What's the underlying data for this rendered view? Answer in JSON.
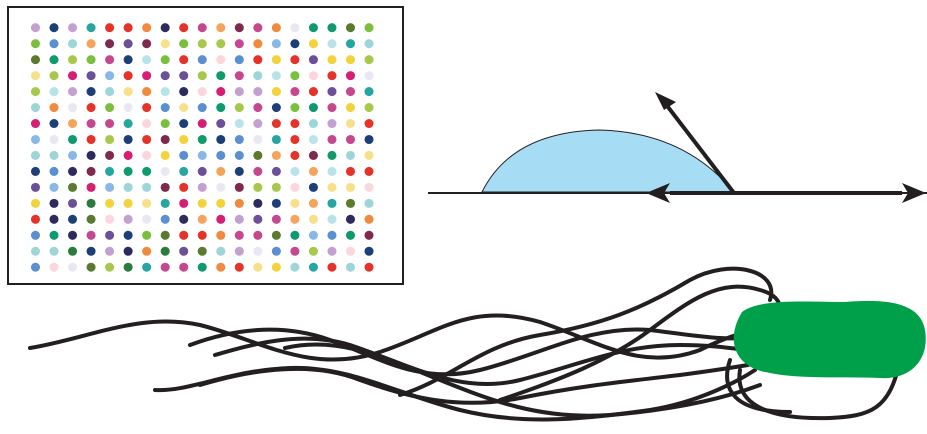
{
  "figure": {
    "dot_array": {
      "rows": 16,
      "cols": 19,
      "palette": [
        "#d61e74",
        "#2b7a3f",
        "#5b8fcf",
        "#8ab8e6",
        "#f08a3c",
        "#0f9a6a",
        "#6b4f97",
        "#1d3f78",
        "#7d2a4e",
        "#f2d33b",
        "#a7c84a",
        "#9dd5d9",
        "#b8e3ea",
        "#e8e8f2",
        "#fbd6dc",
        "#c2a0cf",
        "#e5332a",
        "#f4a45c",
        "#5b7a2e",
        "#c7478f",
        "#7bbf3f",
        "#2c2a5e",
        "#f6e08a",
        "#25a6a0"
      ]
    },
    "droplet": {
      "fill": "#a6dcf4",
      "outline": "#231f20",
      "surface_color": "#231f20",
      "arrows": [
        "contact-line-arrow-left",
        "surface-arrow-right",
        "interface-arrow-diagonal"
      ]
    },
    "bacterium": {
      "body_color": "#00a04b",
      "flagella_color": "#231f20",
      "flagella_count": 6
    }
  }
}
